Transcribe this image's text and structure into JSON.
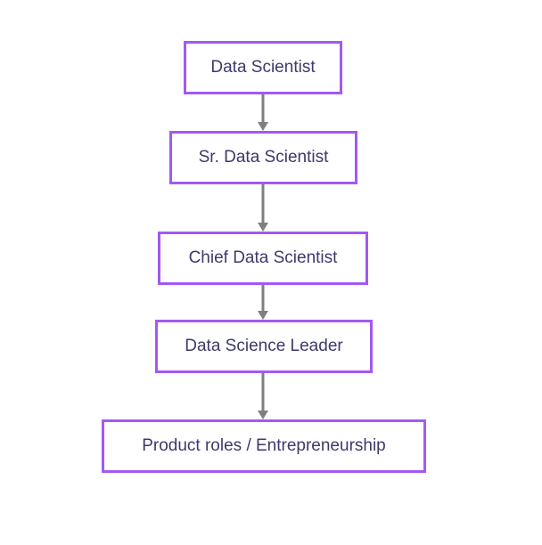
{
  "diagram": {
    "nodes": [
      {
        "id": "n1",
        "label": "Data Scientist"
      },
      {
        "id": "n2",
        "label": "Sr. Data Scientist"
      },
      {
        "id": "n3",
        "label": "Chief Data Scientist"
      },
      {
        "id": "n4",
        "label": "Data Science Leader"
      },
      {
        "id": "n5",
        "label": "Product roles / Entrepreneurship"
      }
    ],
    "edges": [
      {
        "from": "n1",
        "to": "n2"
      },
      {
        "from": "n2",
        "to": "n3"
      },
      {
        "from": "n3",
        "to": "n4"
      },
      {
        "from": "n4",
        "to": "n5"
      }
    ],
    "colors": {
      "node_border": "#a259f3",
      "node_text": "#3d3a6b",
      "arrow": "#7f7f7f"
    }
  }
}
